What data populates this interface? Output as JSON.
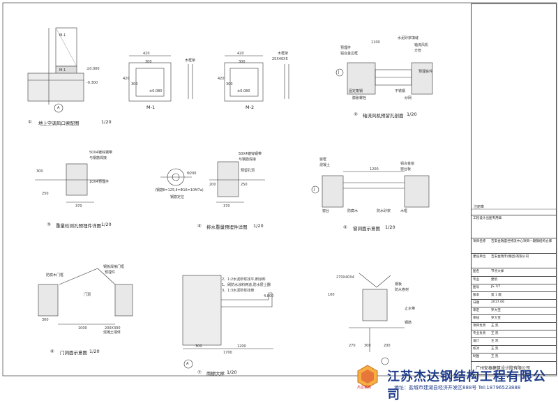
{
  "drawings": [
    {
      "id": "d1",
      "title": "地上空调风口索配图",
      "scale": "1/20",
      "num": "①",
      "labels": [
        "M-1",
        "M-1",
        "±0.000",
        "-0.300"
      ],
      "axis": "A"
    },
    {
      "id": "d2",
      "title": "M-1",
      "labels": [
        "420",
        "300",
        "420",
        "300",
        "±0.080",
        "木框架"
      ]
    },
    {
      "id": "d3",
      "title": "M-2",
      "labels": [
        "420",
        "300",
        "420",
        "300",
        "±0.080",
        "木框架",
        "25X40X5"
      ]
    },
    {
      "id": "d4",
      "title": "轴流风机预留孔剖面",
      "scale": "1/20",
      "num": "②",
      "labels": [
        "1100",
        "预埋件",
        "水泥砂浆填缝",
        "轴流风机",
        "方管",
        "铝合金边框",
        "预埋铁件",
        "不锈钢",
        "固定角钢",
        "膨胀螺栓",
        "纱网"
      ],
      "axis": "J"
    },
    {
      "id": "d5",
      "title": "重量检测孔预埋件详图",
      "scale": "1/20",
      "num": "③",
      "labels": [
        "50X4镀锌钢带",
        "与钢筋焊接",
        "10X4预埋件",
        "300",
        "370",
        "250"
      ]
    },
    {
      "id": "d6",
      "title": "",
      "labels": [
        "Φ200",
        "(钢筋Ⅱ=125,Ⅱ=Φ16=10M7a)",
        "钢筋定位"
      ]
    },
    {
      "id": "d7",
      "title": "排水重量预埋件详图",
      "scale": "1/20",
      "num": "④",
      "labels": [
        "50X4镀锌钢带",
        "与钢筋焊接",
        "预留孔洞",
        "370",
        "250",
        "200"
      ]
    },
    {
      "id": "d8",
      "title": "窗洞面示意图",
      "scale": "1/20",
      "num": "⑤",
      "labels": [
        "1200",
        "窗框",
        "铝合金窗",
        "窗台板",
        "混凝土",
        "木框",
        "防腐木",
        "窗台",
        "防水砂浆"
      ],
      "axis": "J"
    },
    {
      "id": "d9",
      "title": "门洞面示意图",
      "scale": "1/20",
      "num": "⑥",
      "labels": [
        "钢板焊接门框",
        "预埋件",
        "1000",
        "防腐木门框",
        "混凝土墙体",
        "300",
        "门洞",
        "200X300"
      ]
    },
    {
      "id": "d10",
      "title": "雨棚大样",
      "scale": "1/20",
      "num": "⑦",
      "labels": [
        "2、1:2水泥砂浆找平,刷涂料",
        "1、刷防水涂料两道,防水层上翻",
        "3、1:3水泥砂浆找坡",
        "4.800",
        "1200",
        "1700",
        "300"
      ],
      "axis": "A"
    },
    {
      "id": "d11",
      "title": "",
      "labels": [
        "270X40X4",
        "钢板",
        "防水卷材",
        "300",
        "270",
        "200",
        "100",
        "止水带",
        "钢筋"
      ]
    }
  ],
  "titleblock": {
    "top_label": "注册章",
    "rows": [
      {
        "k": "工程设计出图专用章",
        "v": ""
      },
      {
        "k": "项目名称",
        "v": "吉安金瑞盛世物流中心项目一期钢结构仓库"
      },
      {
        "k": "建设单位",
        "v": "吉安金瑞丰(集团)有限公司"
      },
      {
        "k": "图名",
        "v": "节点大样"
      },
      {
        "k": "专业",
        "v": "建筑"
      },
      {
        "k": "图号",
        "v": "JS-7/7"
      },
      {
        "k": "版本",
        "v": "第 1 版"
      },
      {
        "k": "日期",
        "v": "2017.06"
      },
      {
        "k": "审定",
        "v": "罗大宝"
      },
      {
        "k": "审核",
        "v": "罗大宝"
      },
      {
        "k": "项目负责",
        "v": "王 凯"
      },
      {
        "k": "专业负责",
        "v": "王 凯"
      },
      {
        "k": "设计",
        "v": "王 凯"
      },
      {
        "k": "校对",
        "v": "王 凯"
      },
      {
        "k": "制图",
        "v": "王 凯"
      }
    ],
    "firm": "广州安泰建筑设计院有限公司"
  },
  "watermark": {
    "company": "江苏杰达钢结构工程有限公司",
    "address": "地址：盐城市建湖县经济开发区888号  Tel:18796523888",
    "logo_text": "杰达钢构"
  }
}
